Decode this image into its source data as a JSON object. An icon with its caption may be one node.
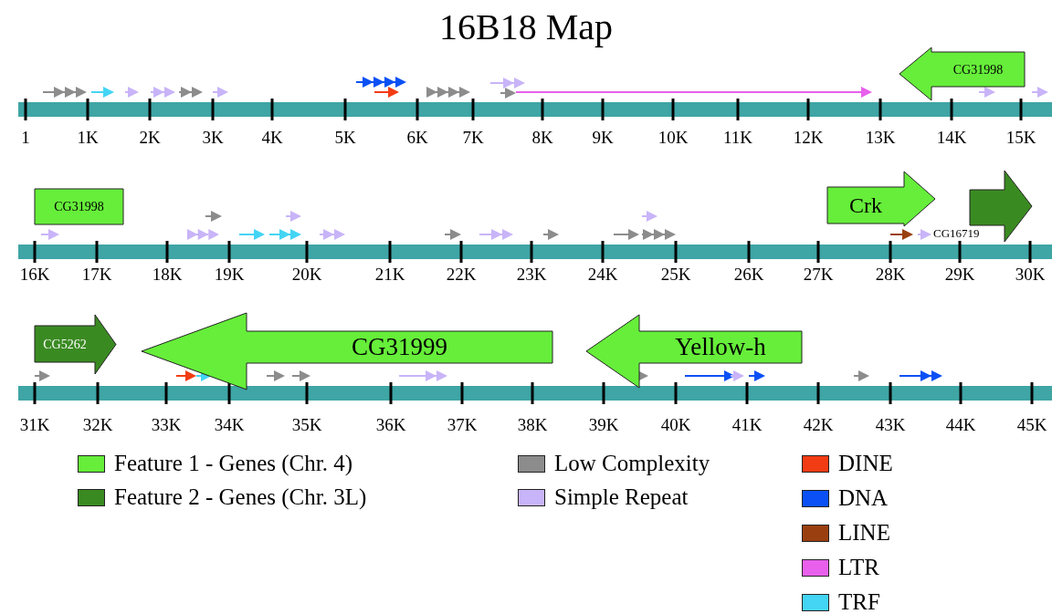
{
  "diagram": {
    "title": "16B18 Map",
    "nodes": [
      {
        "text": [
          "CG31998"
        ]
      },
      {
        "text": [
          "CG31998"
        ]
      },
      {
        "text": [
          "Crk"
        ]
      },
      {
        "text": [],
        "shape": "arrow",
        "beside": [
          "CG16719"
        ]
      },
      {
        "text": [
          "CG5262"
        ]
      },
      {
        "text": [
          "CG31999"
        ]
      },
      {
        "text": [
          "Yellow-h"
        ]
      }
    ],
    "labels": [
      "1",
      "1K",
      "2K",
      "3K",
      "4K",
      "5K",
      "6K",
      "7K",
      "8K",
      "9K",
      "10K",
      "11K",
      "12K",
      "13K",
      "14K",
      "15K",
      "16K",
      "17K",
      "18K",
      "19K",
      "20K",
      "21K",
      "22K",
      "23K",
      "24K",
      "25K",
      "26K",
      "27K",
      "28K",
      "29K",
      "30K",
      "31K",
      "32K",
      "33K",
      "34K",
      "35K",
      "36K",
      "37K",
      "38K",
      "39K",
      "40K",
      "41K",
      "42K",
      "43K",
      "44K",
      "45K"
    ],
    "legend": [
      {
        "text": "Feature 1 - Genes (Chr. 4)",
        "color": "#66ee3a"
      },
      {
        "text": "Feature 2 - Genes (Chr. 3L)",
        "color": "#3a8a22"
      },
      {
        "text": "Low Complexity",
        "color": "#8c8c8c"
      },
      {
        "text": "Simple Repeat",
        "color": "#c8b4f8"
      },
      {
        "text": "DINE",
        "color": "#f23c14"
      },
      {
        "text": "DNA",
        "color": "#0a50f5"
      },
      {
        "text": "LINE",
        "color": "#9a4010"
      },
      {
        "text": "LTR",
        "color": "#e860ec"
      },
      {
        "text": "TRF",
        "color": "#44d4f4"
      }
    ]
  }
}
